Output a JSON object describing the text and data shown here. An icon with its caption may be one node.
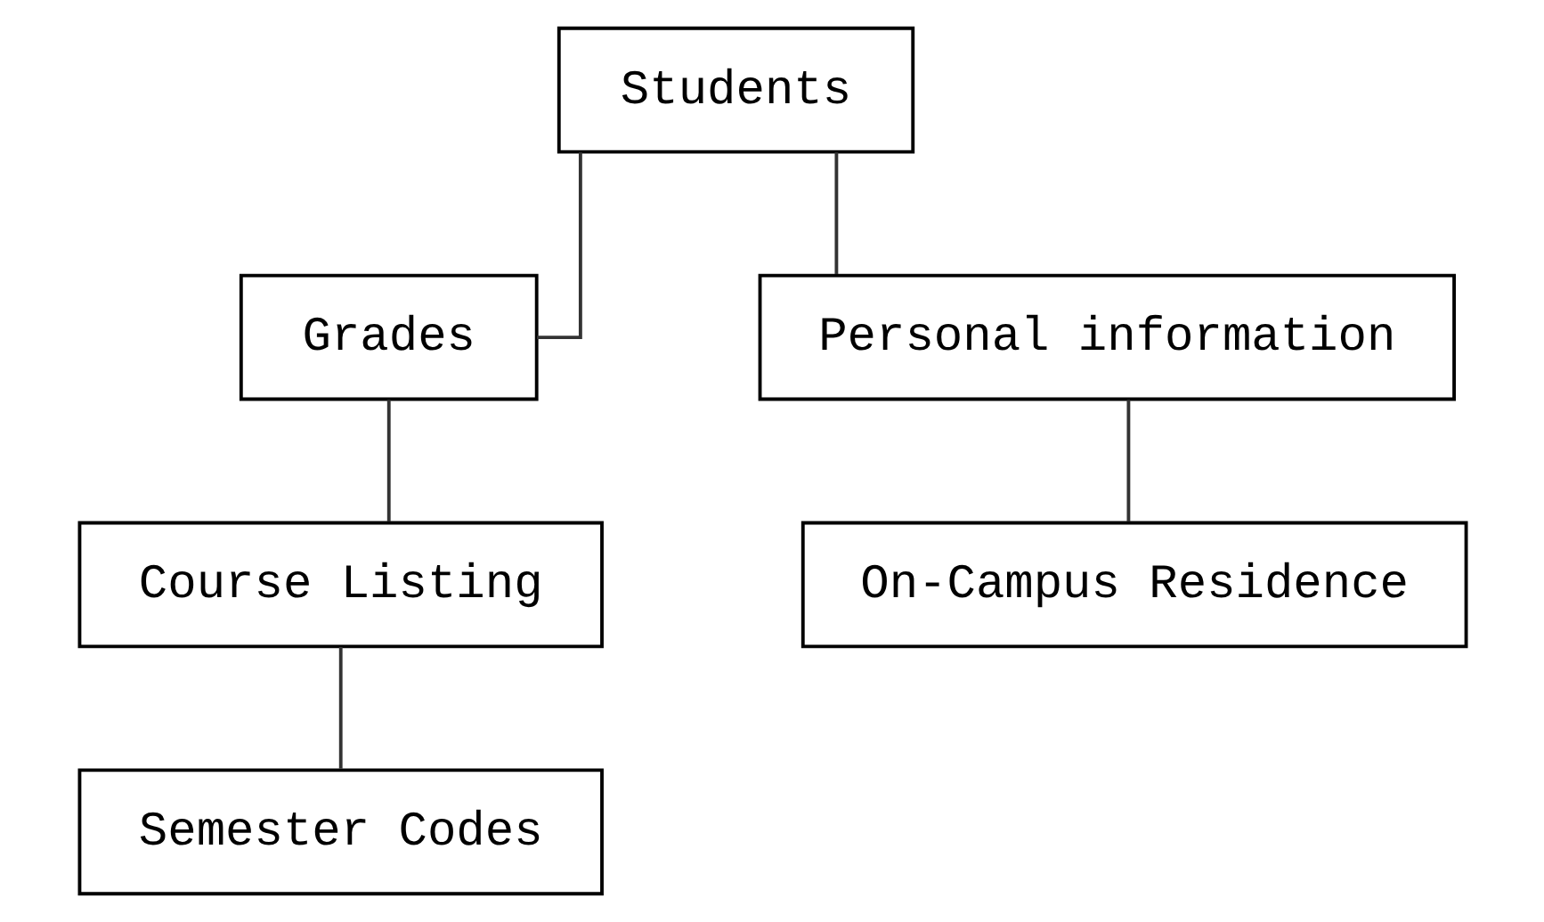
{
  "diagram": {
    "nodes": [
      {
        "text": [
          "Students"
        ]
      },
      {
        "text": [
          "Grades"
        ]
      },
      {
        "text": [
          "Personal information"
        ]
      },
      {
        "text": [
          "Course Listing"
        ]
      },
      {
        "text": [
          "On-Campus Residence"
        ]
      },
      {
        "text": [
          "Semester Codes"
        ]
      }
    ],
    "edges": [
      {
        "from": 0,
        "to": 1,
        "arrow": "none"
      },
      {
        "from": 0,
        "to": 2,
        "arrow": "none"
      },
      {
        "from": 1,
        "to": 3,
        "arrow": "none"
      },
      {
        "from": 2,
        "to": 4,
        "arrow": "none"
      },
      {
        "from": 3,
        "to": 5,
        "arrow": "none"
      }
    ]
  }
}
